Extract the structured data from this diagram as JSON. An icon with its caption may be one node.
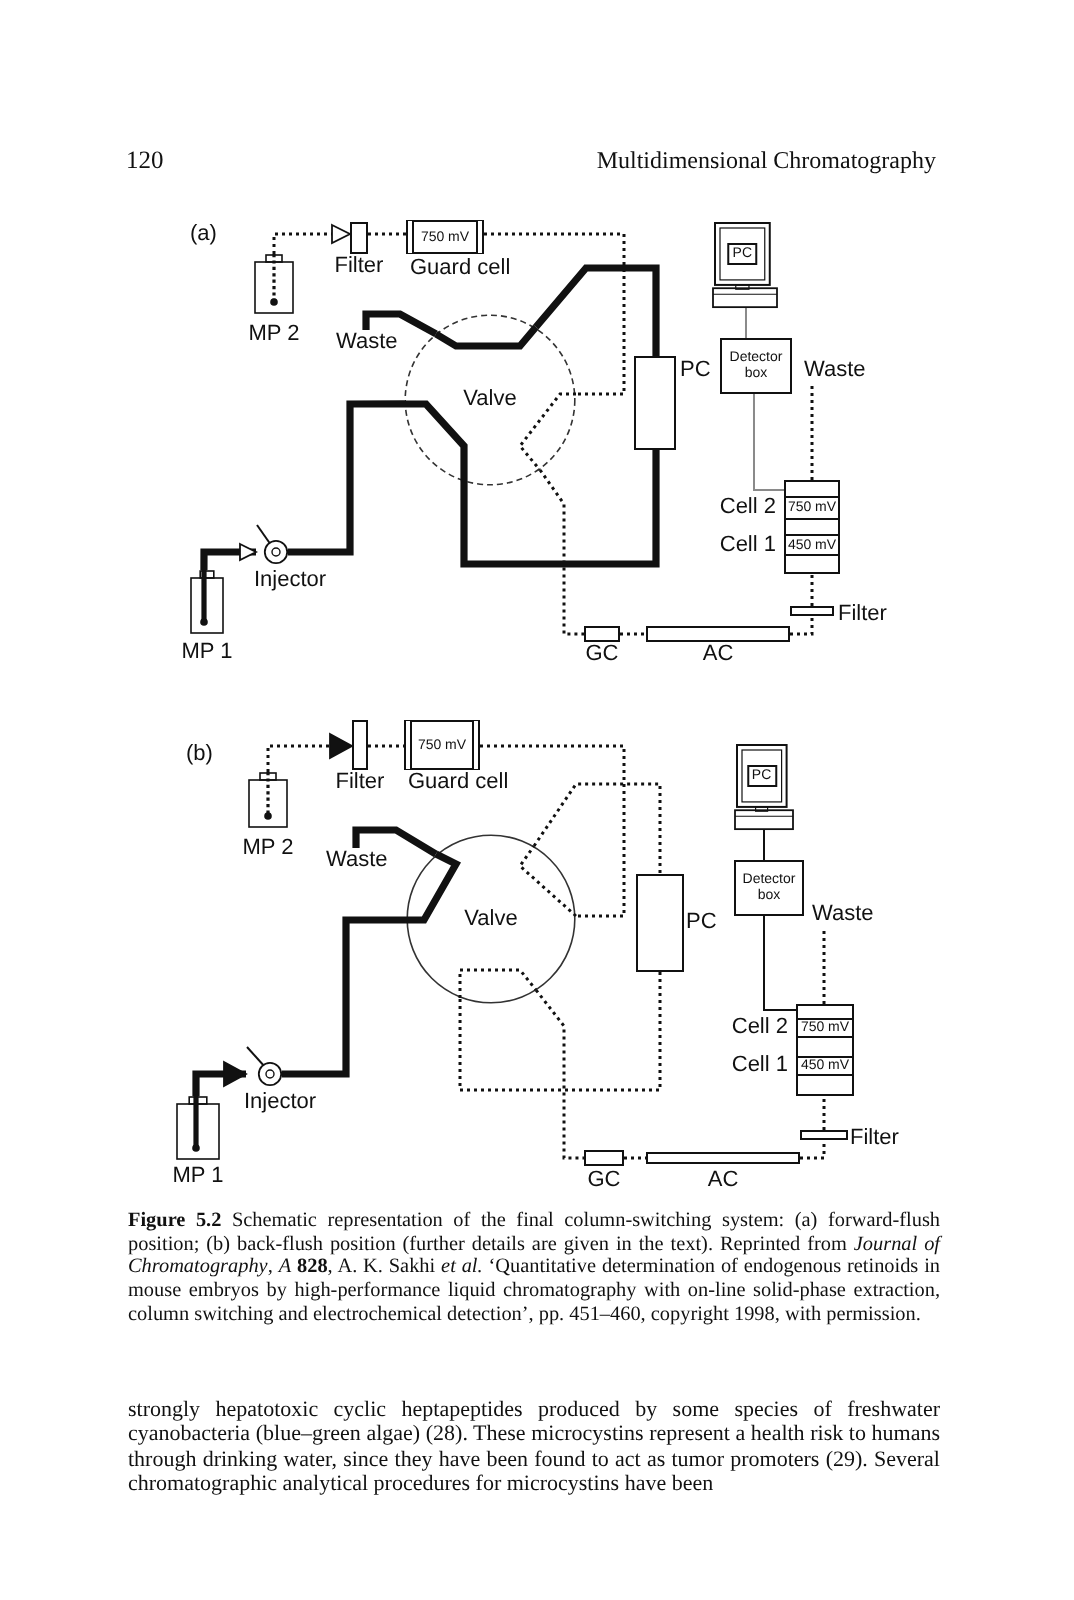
{
  "diagram": {
    "caption": "**Figure 5.2** Schematic representation of the final column-switching system: (a) forward-flush position; (b) back-flush position (further details are given in the text). Reprinted from *Journal of Chromatography*, *A* **828**, A. K. Sakhi *et al.* ‘Quantitative determination of endogenous retinoids in mouse embryos by high-performance liquid chromatography with on-line solid-phase extraction, column switching and electrochemical detection’, pp. 451–460, copyright 1998, with permission.",
    "nodes": [
      {
        "text": [
          "MP 2"
        ]
      },
      {
        "text": [
          "Filter"
        ]
      },
      {
        "text": [
          "750 mV",
          "Guard cell"
        ]
      },
      {
        "text": [
          "PC"
        ]
      },
      {
        "text": [
          "Waste"
        ]
      },
      {
        "text": [
          "Valve"
        ]
      },
      {
        "text": [
          "PC"
        ]
      },
      {
        "text": [
          "Detector box"
        ]
      },
      {
        "text": [
          "Waste"
        ]
      },
      {
        "text": [],
        "shape": "box"
      },
      {
        "text": [
          "750 mV"
        ],
        "in": 9,
        "beside": [
          "Cell 2"
        ]
      },
      {
        "text": [
          "450 mV"
        ],
        "in": 9,
        "beside": [
          "Cell 1"
        ]
      },
      {
        "text": [
          "Injector"
        ]
      },
      {
        "text": [
          "MP 1"
        ]
      },
      {
        "text": [
          "Filter"
        ]
      },
      {
        "text": [
          "GC"
        ]
      },
      {
        "text": [
          "AC"
        ]
      },
      {
        "text": [
          "MP 2"
        ]
      },
      {
        "text": [
          "Filter"
        ]
      },
      {
        "text": [
          "750 mV",
          "Guard cell"
        ]
      },
      {
        "text": [
          "PC"
        ]
      },
      {
        "text": [
          "Waste"
        ]
      },
      {
        "text": [
          "Valve"
        ]
      },
      {
        "text": [
          "PC"
        ]
      },
      {
        "text": [
          "Detector box"
        ]
      },
      {
        "text": [
          "Waste"
        ]
      },
      {
        "text": [],
        "shape": "box"
      },
      {
        "text": [
          "750 mV"
        ],
        "in": 26,
        "beside": [
          "Cell 2"
        ]
      },
      {
        "text": [
          "450 mV"
        ],
        "in": 26,
        "beside": [
          "Cell 1"
        ]
      },
      {
        "text": [
          "Injector"
        ]
      },
      {
        "text": [
          "MP 1"
        ]
      },
      {
        "text": [
          "Filter"
        ]
      },
      {
        "text": [
          "GC"
        ]
      },
      {
        "text": [
          "AC"
        ]
      }
    ],
    "edges": [
      {
        "from": 0,
        "to": 1,
        "arrow": "to",
        "style": "dashed"
      },
      {
        "from": 1,
        "to": 2,
        "arrow": "none",
        "style": "dashed"
      },
      {
        "from": 2,
        "to": 5,
        "arrow": "none",
        "style": "dashed"
      },
      {
        "from": 5,
        "to": 15,
        "arrow": "none",
        "style": "dashed"
      },
      {
        "from": 15,
        "to": 16,
        "arrow": "none",
        "style": "dashed"
      },
      {
        "from": 16,
        "to": 14,
        "arrow": "none",
        "style": "dashed"
      },
      {
        "from": 14,
        "to": 9,
        "arrow": "none",
        "style": "dashed"
      },
      {
        "from": 9,
        "to": 8,
        "arrow": "none",
        "style": "dashed"
      },
      {
        "from": 7,
        "to": 9,
        "arrow": "none",
        "color": "#8a8a8a"
      },
      {
        "from": 3,
        "to": 7,
        "arrow": "none",
        "color": "#8a8a8a"
      },
      {
        "from": 13,
        "to": 12,
        "arrow": "to",
        "style": "thick"
      },
      {
        "from": 12,
        "to": 5,
        "arrow": "none",
        "style": "thick"
      },
      {
        "from": 5,
        "to": 6,
        "arrow": "none",
        "style": "thick"
      },
      {
        "from": 6,
        "to": 5,
        "arrow": "none",
        "style": "thick"
      },
      {
        "from": 5,
        "to": 4,
        "arrow": "none",
        "style": "thick"
      },
      {
        "from": 17,
        "to": 18,
        "arrow": "to",
        "style": "dashed"
      },
      {
        "from": 18,
        "to": 19,
        "arrow": "none",
        "style": "dashed"
      },
      {
        "from": 19,
        "to": 22,
        "arrow": "none",
        "style": "dashed"
      },
      {
        "from": 22,
        "to": 23,
        "arrow": "none",
        "style": "dashed"
      },
      {
        "from": 23,
        "to": 22,
        "arrow": "none",
        "style": "dashed"
      },
      {
        "from": 22,
        "to": 32,
        "arrow": "none",
        "style": "dashed"
      },
      {
        "from": 32,
        "to": 33,
        "arrow": "none",
        "style": "dashed"
      },
      {
        "from": 33,
        "to": 31,
        "arrow": "none",
        "style": "dashed"
      },
      {
        "from": 31,
        "to": 26,
        "arrow": "none",
        "style": "dashed"
      },
      {
        "from": 26,
        "to": 25,
        "arrow": "none",
        "style": "dashed"
      },
      {
        "from": 24,
        "to": 26,
        "arrow": "none"
      },
      {
        "from": 20,
        "to": 24,
        "arrow": "none"
      },
      {
        "from": 30,
        "to": 29,
        "arrow": "to",
        "style": "thick"
      },
      {
        "from": 29,
        "to": 22,
        "arrow": "none",
        "style": "thick"
      },
      {
        "from": 22,
        "to": 21,
        "arrow": "none",
        "style": "thick"
      }
    ],
    "labels": [
      "120",
      "Multidimensional Chromatography",
      "(a)",
      "(b)",
      "strongly hepatotoxic cyclic heptapeptides produced by some species of freshwater cyanobacteria (blue–green algae) (28). These microcystins represent a health risk to humans through drinking water, since they have been found to act as tumor promoters (29). Several chromatographic analytical procedures for microcystins have been"
    ]
  }
}
